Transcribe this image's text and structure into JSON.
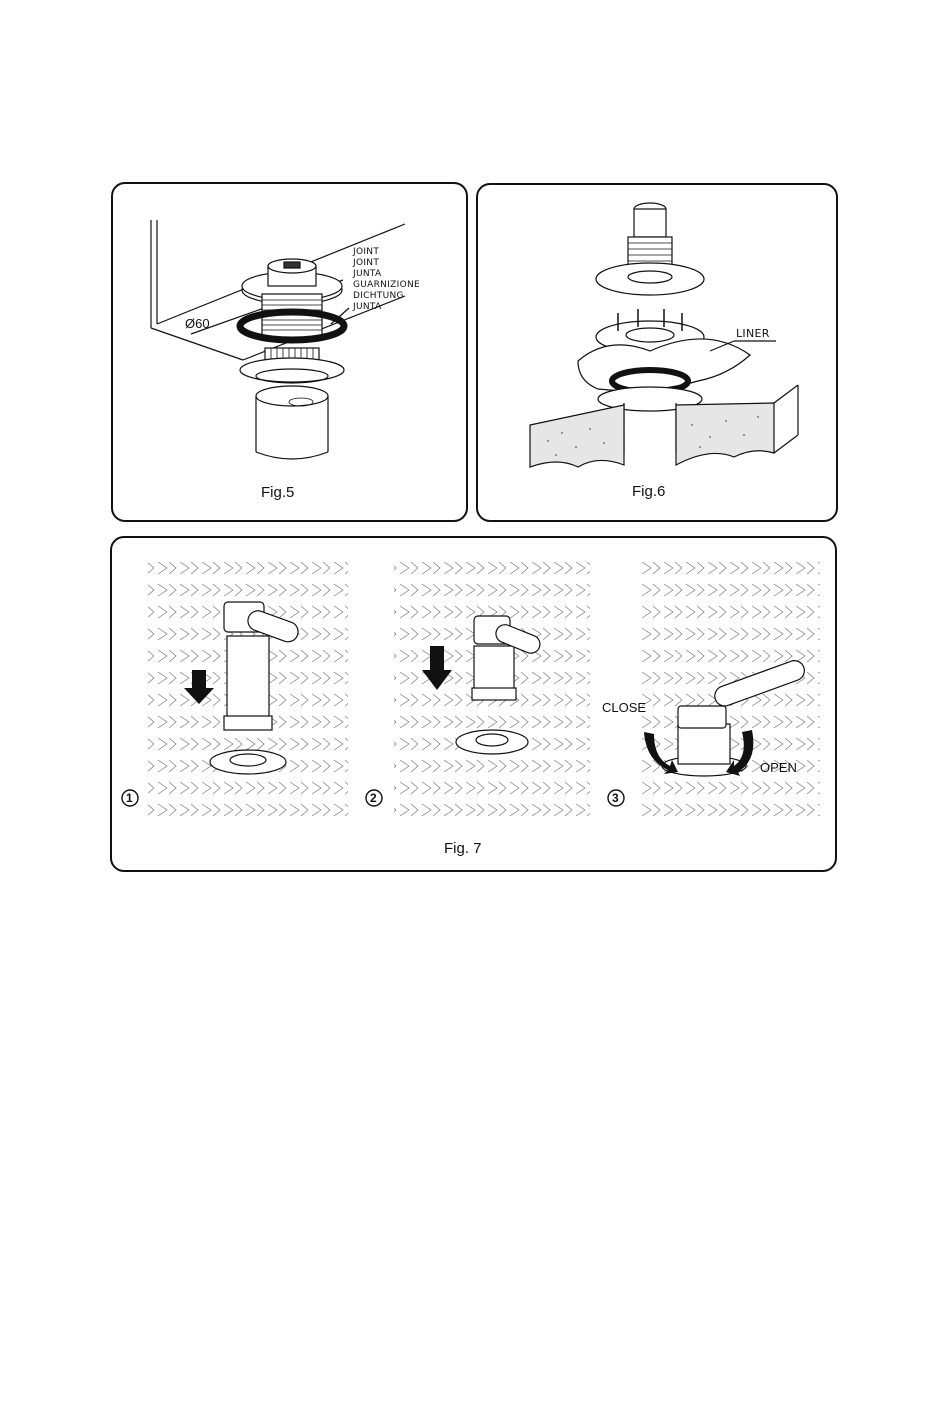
{
  "fig5": {
    "caption": "Fig.5",
    "diameter_label": "Ø60",
    "seal_labels": [
      "JOINT",
      "JOINT",
      "JUNTA",
      "GUARNIZIONE",
      "DICHTUNG",
      "JUNTA"
    ]
  },
  "fig6": {
    "caption": "Fig.6",
    "liner_label": "LINER"
  },
  "fig7": {
    "caption": "Fig. 7",
    "steps": [
      "1",
      "2",
      "3"
    ],
    "close_label": "CLOSE",
    "open_label": "OPEN"
  }
}
